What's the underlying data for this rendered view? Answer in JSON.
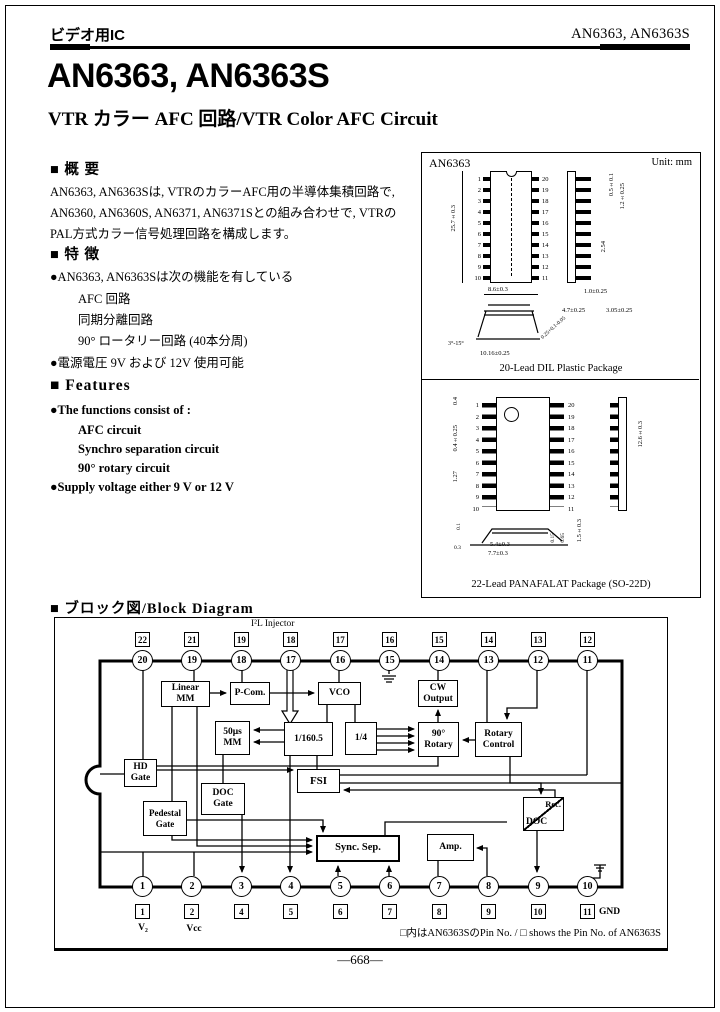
{
  "header": {
    "left": "ビデオ用IC",
    "right": "AN6363, AN6363S"
  },
  "title": "AN6363, AN6363S",
  "subtitle": "VTR カラー AFC 回路/VTR Color AFC Circuit",
  "overview": {
    "heading": "■ 概  要",
    "lines": [
      "AN6363, AN6363Sは, VTRのカラーAFC用の半導体集積回路で,",
      "AN6360, AN6360S, AN6371, AN6371Sとの組み合わせで, VTRの",
      "PAL方式カラー信号処理回路を構成します。"
    ]
  },
  "features_jp": {
    "heading": "■ 特  徴",
    "bullet1": "●AN6363, AN6363Sは次の機能を有している",
    "items": [
      "AFC 回路",
      "同期分離回路",
      "90° ロータリー回路 (40本分周)"
    ],
    "bullet2": "●電源電圧 9V および 12V 使用可能"
  },
  "features_en": {
    "heading": "■ Features",
    "bullet1": "●The functions consist of :",
    "items": [
      "AFC circuit",
      "Synchro separation circuit",
      "90° rotary circuit"
    ],
    "bullet2": "●Supply voltage either 9 V or 12 V"
  },
  "package_box": {
    "chip_label": "AN6363",
    "unit": "Unit: mm",
    "dip": {
      "caption": "20-Lead DIL Plastic Package",
      "pins_left": [
        "1",
        "2",
        "3",
        "4",
        "5",
        "6",
        "7",
        "8",
        "9",
        "10"
      ],
      "pins_right": [
        "20",
        "19",
        "18",
        "17",
        "16",
        "15",
        "14",
        "13",
        "12",
        "11"
      ],
      "dims": {
        "height": "25.7±0.3",
        "width": "8.6±0.3",
        "lead_w": "0.5±0.1",
        "lead_w2": "1.2±0.25",
        "pitch": "2.54",
        "seat": "1.0±0.25",
        "len1": "4.7±0.25",
        "len2": "3.05±0.25",
        "angle": "3°-15°",
        "row": "10.16±0.25",
        "thick": "0.25+0.1-0.05"
      }
    },
    "so": {
      "caption": "22-Lead PANAFALAT Package (SO-22D)",
      "pins_left": [
        "1",
        "2",
        "3",
        "4",
        "5",
        "6",
        "7",
        "8",
        "9",
        "10"
      ],
      "pins_right": [
        "20",
        "19",
        "18",
        "17",
        "16",
        "15",
        "14",
        "13",
        "12",
        "11"
      ],
      "dims": {
        "d1": "0.4",
        "d2": "0.4±0.25",
        "pitch": "1.27",
        "height": "12.6±0.3",
        "p1": "0.1",
        "p2": "0.3",
        "p3": "5.4±0.3",
        "p4": "7.7±0.3",
        "p5": "0.15",
        "p6": "0.65",
        "p7": "1.5±0.3"
      }
    }
  },
  "block_diagram": {
    "heading": "■ ブロック図/Block Diagram",
    "injector": "I²L Injector",
    "top_squares": [
      "22",
      "21",
      "19",
      "18",
      "17",
      "16",
      "15",
      "14",
      "13",
      "12"
    ],
    "top_circles": [
      "20",
      "19",
      "18",
      "17",
      "16",
      "15",
      "14",
      "13",
      "12",
      "11"
    ],
    "bottom_circles": [
      "1",
      "2",
      "3",
      "4",
      "5",
      "6",
      "7",
      "8",
      "9",
      "10"
    ],
    "bottom_squares": [
      "1",
      "2",
      "4",
      "5",
      "6",
      "7",
      "8",
      "9",
      "10",
      "11"
    ],
    "labels": {
      "v2": "V₂",
      "vcc": "Vcc",
      "gnd": "GND"
    },
    "blocks": {
      "linear_mm": "Linear\nMM",
      "p_com": "P-Com.",
      "vco": "VCO",
      "cw_output": "CW\nOutput",
      "mm50": "50μs\nMM",
      "div160": "1/160.5",
      "div4": "1/4",
      "rotary90": "90°\nRotary",
      "rotary_ctrl": "Rotary\nControl",
      "hd_gate": "HD\nGate",
      "fsi": "FSI",
      "doc_gate": "DOC\nGate",
      "pedestal": "Pedestal\nGate",
      "sync_sep": "Sync. Sep.",
      "amp": "Amp.",
      "rec": "Rec.",
      "doc": "DOC"
    },
    "note": "□内はAN6363SのPin No. / □ shows the Pin No. of AN6363S"
  },
  "footer": "—668—"
}
